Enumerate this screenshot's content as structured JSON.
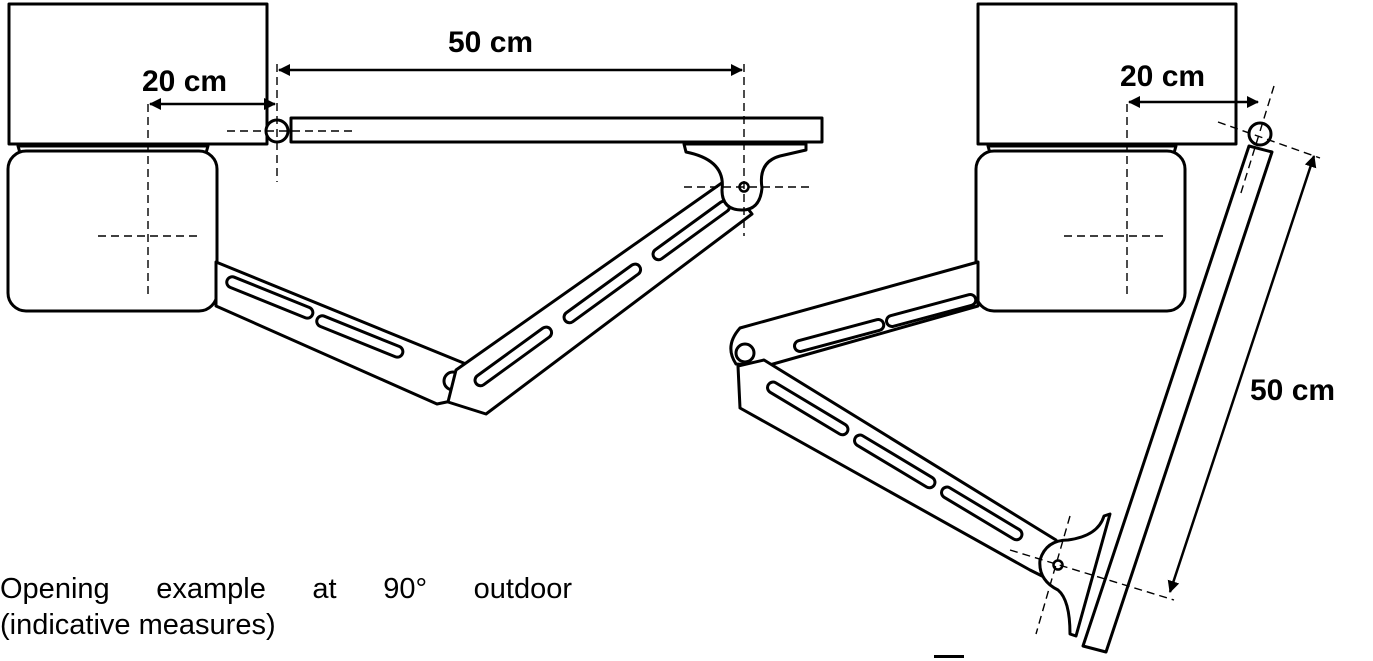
{
  "labels": {
    "left_width_dim": "50 cm",
    "left_offset_dim": "20 cm",
    "right_offset_dim": "20 cm",
    "right_width_dim": "50 cm"
  },
  "caption": {
    "line1": "Opening example at 90° outdoor",
    "line2": "(indicative measures)"
  },
  "colors": {
    "stroke": "#000000",
    "background": "#ffffff"
  }
}
